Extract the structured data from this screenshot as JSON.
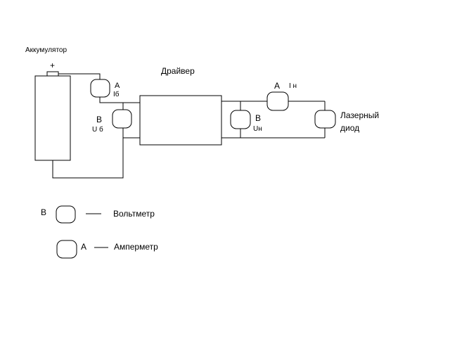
{
  "labels": {
    "battery": "Аккумулятор",
    "battery_plus": "+",
    "driver": "Драйвер",
    "ammeter_battery_letter": "А",
    "ammeter_battery_sub": "Iб",
    "voltmeter_battery_letter": "В",
    "voltmeter_battery_sub": "U б",
    "ammeter_load_letter": "А",
    "ammeter_load_sub": "I н",
    "voltmeter_load_letter": "В",
    "voltmeter_load_sub": "Uн",
    "laser_line1": "Лазерный",
    "laser_line2": "диод"
  },
  "legend": {
    "voltmeter_letter": "В",
    "voltmeter_text": "Вольтметр",
    "ammeter_letter": "А",
    "ammeter_text": "Амперметр"
  }
}
